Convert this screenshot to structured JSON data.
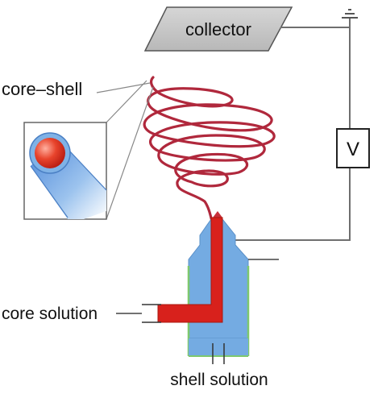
{
  "labels": {
    "collector": "collector",
    "core_shell": "core–shell",
    "voltage": "V",
    "core_solution": "core solution",
    "shell_solution": "shell solution"
  },
  "colors": {
    "collector_fill": "#c8c8c8",
    "shell_blue": "#6fa8e0",
    "core_red": "#d8211c",
    "jet_red": "#b0283c",
    "wire_gray": "#777777",
    "tube_edge": "#7ec86e"
  },
  "icons": {
    "ground": "ground-symbol",
    "power_supply": "voltage-source-box"
  }
}
